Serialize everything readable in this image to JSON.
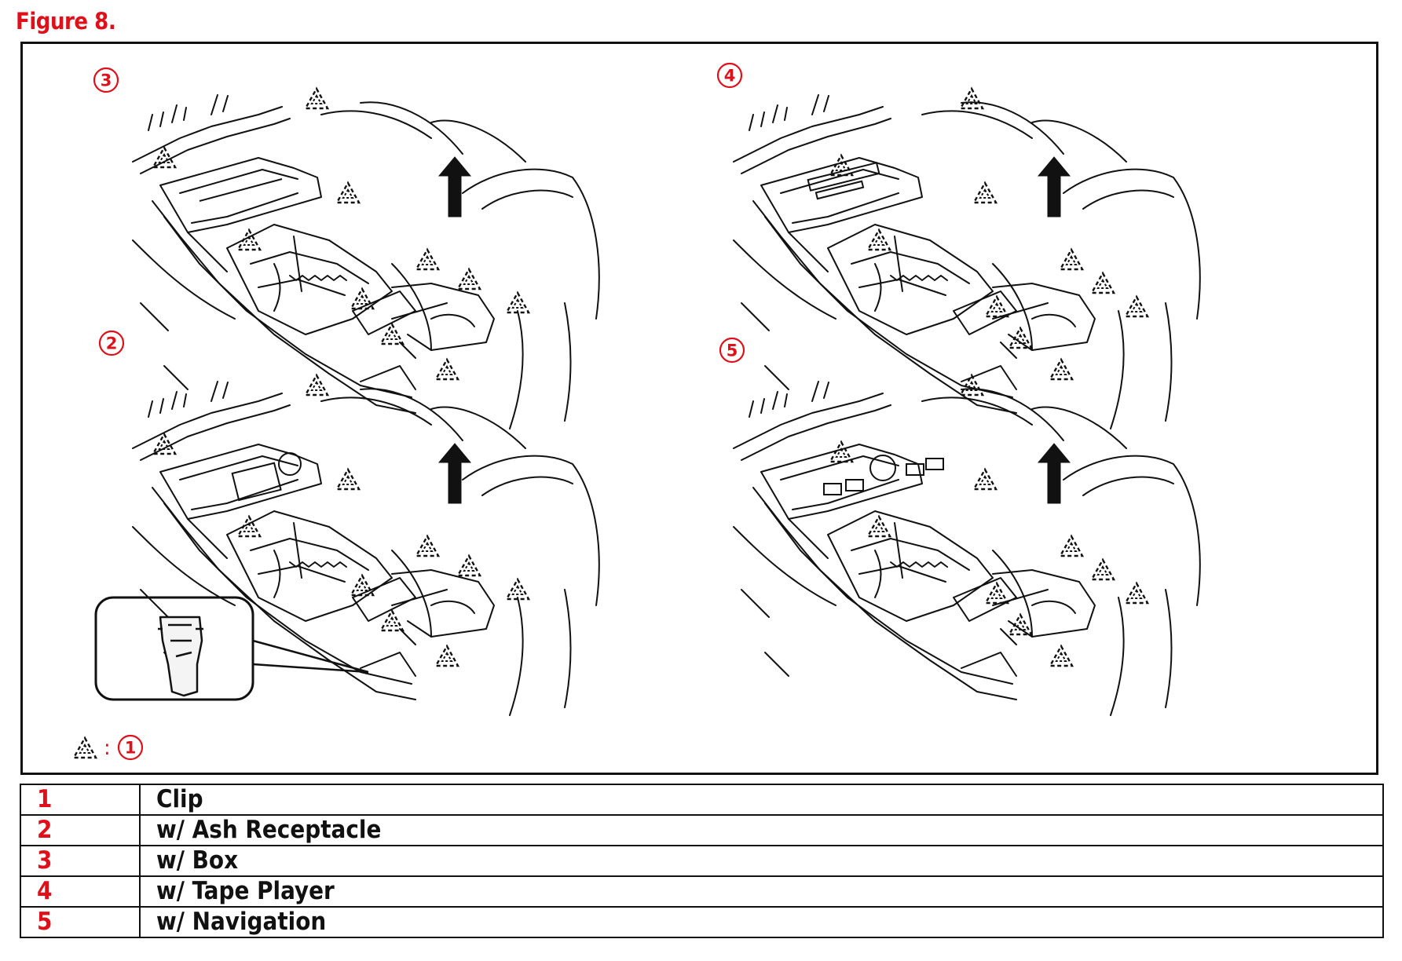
{
  "figure": {
    "title": "Figure 8.",
    "callouts": [
      "3",
      "4",
      "2",
      "5"
    ],
    "legend_key": {
      "number": "1"
    }
  },
  "legend": {
    "rows": [
      {
        "number": "1",
        "description": "Clip"
      },
      {
        "number": "2",
        "description": "w/ Ash Receptacle"
      },
      {
        "number": "3",
        "description": "w/ Box"
      },
      {
        "number": "4",
        "description": "w/ Tape Player"
      },
      {
        "number": "5",
        "description": "w/ Navigation"
      }
    ]
  },
  "colors": {
    "accent": "#e0101a",
    "line": "#111111"
  },
  "icons": [
    "clip-marker-icon",
    "up-arrow-icon",
    "clip-detail-inset"
  ]
}
